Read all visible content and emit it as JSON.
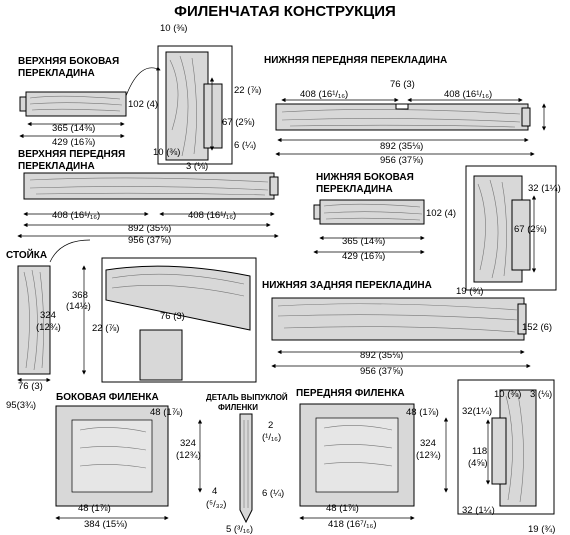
{
  "title": "ФИЛЕНЧАТАЯ КОНСТРУКЦИЯ",
  "labels": {
    "top_side_rail": [
      "ВЕРХНЯЯ БОКОВАЯ",
      "ПЕРЕКЛАДИНА"
    ],
    "top_front_rail": [
      "ВЕРХНЯЯ ПЕРЕДНЯЯ",
      "ПЕРЕКЛАДИНА"
    ],
    "bottom_front_rail": "НИЖНЯЯ ПЕРЕДНЯЯ ПЕРЕКЛАДИНА",
    "bottom_side_rail": [
      "НИЖНЯЯ БОКОВАЯ",
      "ПЕРЕКЛАДИНА"
    ],
    "bottom_back_rail": "НИЖНЯЯ ЗАДНЯЯ ПЕРЕКЛАДИНА",
    "stile": "СТОЙКА",
    "side_panel": "БОКОВАЯ ФИЛЕНКА",
    "front_panel": "ПЕРЕДНЯЯ ФИЛЕНКА",
    "raised_detail": [
      "ДЕТАЛЬ ВЫПУКЛОЙ",
      "ФИЛЕНКИ"
    ]
  },
  "dims": {
    "ts_102": "102 (4)",
    "ts_365": "365 (14⅜)",
    "ts_429": "429 (16⅞)",
    "d1_10a": "10 (⅜)",
    "d1_22": "22 (⅞)",
    "d1_67": "67 (2⅝)",
    "d1_10b": "10 (⅜)",
    "d1_6": "6 (¼)",
    "d1_3": "3 (⅛)",
    "bf_408a": "408 (16¹/₁₆)",
    "bf_76": "76 (3)",
    "bf_408b": "408 (16¹/₁₆)",
    "bf_892": "892 (35⅛)",
    "bf_956": "956 (37⅝)",
    "tf_408a": "408 (16¹/₁₆)",
    "tf_408b": "408 (16¹/₁₆)",
    "tf_892": "892 (35⅛)",
    "tf_956": "956 (37⅝)",
    "bs_102": "102 (4)",
    "bs_365": "365 (14⅜)",
    "bs_429": "429 (16⅞)",
    "d2_32": "32 (1¼)",
    "d2_67": "67 (2⅝)",
    "d2_19": "19 (¾)",
    "st_368a": "368",
    "st_368b": "(14½)",
    "st_324a": "324",
    "st_324b": "(12¾)",
    "st_76": "76 (3)",
    "st_95": "95(3¾)",
    "d3_76": "76 (3)",
    "d3_22": "22 (⅞)",
    "bb_152": "152 (6)",
    "bb_892": "892 (35⅛)",
    "bb_956": "956 (37⅝)",
    "sp_48a": "48 (1⅞)",
    "sp_324a": "324",
    "sp_324b": "(12¾)",
    "sp_48b": "48 (1⅞)",
    "sp_384": "384 (15⅛)",
    "rd_2a": "2",
    "rd_2b": "(¹/₁₆)",
    "rd_4a": "4",
    "rd_4b": "(⁵/₃₂)",
    "rd_6": "6 (¼)",
    "rd_5": "5 (³/₁₆)",
    "fp_48a": "48 (1⅞)",
    "fp_324a": "324",
    "fp_324b": "(12¾)",
    "fp_48b": "48 (1⅞)",
    "fp_418": "418 (16⁷/₁₆)",
    "d4_10": "10 (⅜)",
    "d4_3": "3 (⅛)",
    "d4_32a": "32(1¼)",
    "d4_118a": "118",
    "d4_118b": "(4⅝)",
    "d4_32b": "32 (1¼)",
    "d4_19": "19 (¾)"
  }
}
